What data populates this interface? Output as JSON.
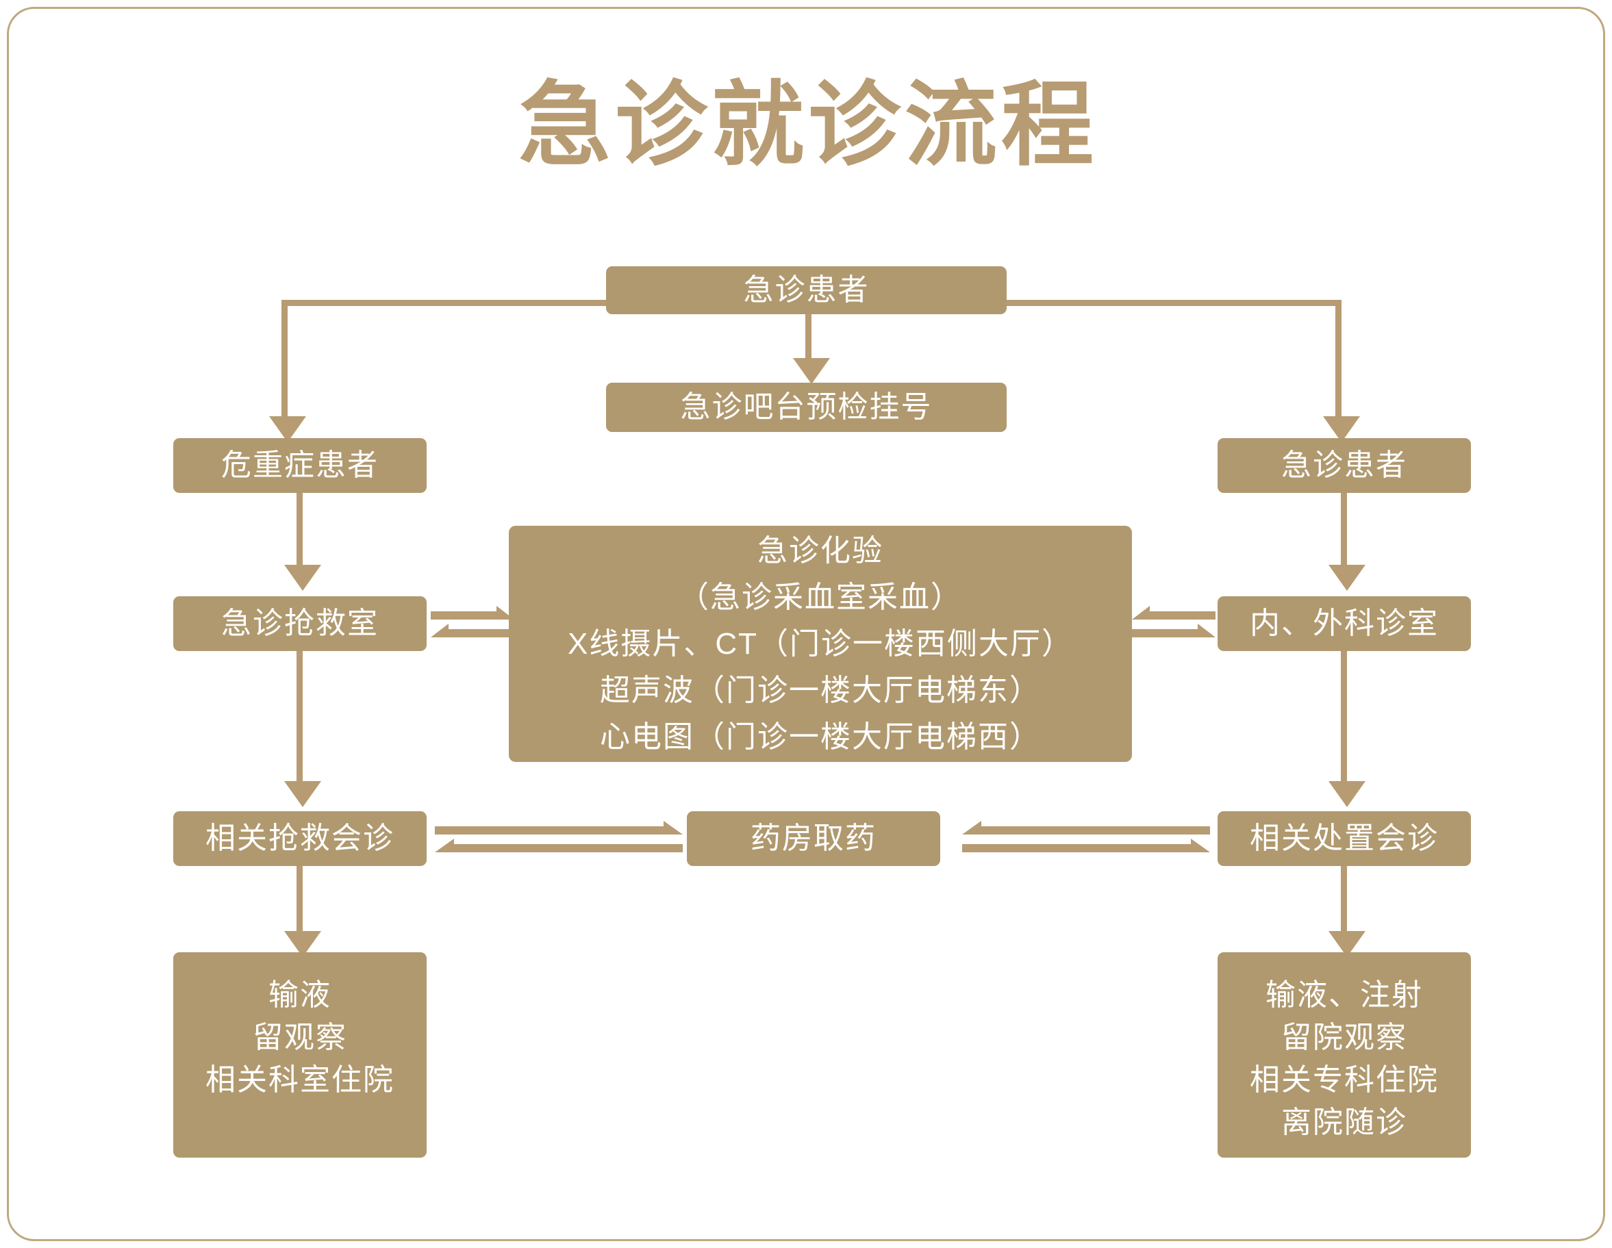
{
  "page": {
    "title": "急诊就诊流程",
    "accent_color": "#b79b72",
    "box_color": "#b0996f",
    "box_text_color": "#ffffff",
    "background_color": "#ffffff",
    "border_color": "#bfa87e"
  },
  "nodes": {
    "patient_top": "急诊患者",
    "triage": "急诊吧台预检挂号",
    "critical_patient": "危重症患者",
    "emergency_patient_right": "急诊患者",
    "resuscitation_room": "急诊抢救室",
    "exam_center": "急诊化验\n（急诊采血室采血）\nX线摄片、CT（门诊一楼西侧大厅）\n超声波（门诊一楼大厅电梯东）\n心电图（门诊一楼大厅电梯西）",
    "clinic_rooms": "内、外科诊室",
    "rescue_consult": "相关抢救会诊",
    "pharmacy": "药房取药",
    "treatment_consult": "相关处置会诊",
    "left_outcome": "输液\n留观察\n相关科室住院",
    "right_outcome": "输液、注射\n留院观察\n相关专科住院\n离院随诊"
  },
  "exam_center_lines": [
    "急诊化验",
    "（急诊采血室采血）",
    "X线摄片、CT（门诊一楼西侧大厅）",
    "超声波（门诊一楼大厅电梯东）",
    "心电图（门诊一楼大厅电梯西）"
  ],
  "left_outcome_lines": [
    "输液",
    "留观察",
    "相关科室住院"
  ],
  "right_outcome_lines": [
    "输液、注射",
    "留院观察",
    "相关专科住院",
    "离院随诊"
  ],
  "chart_data": {
    "type": "diagram",
    "title": "急诊就诊流程",
    "diagram_kind": "flowchart",
    "nodes": [
      {
        "id": "patient_top",
        "label": "急诊患者",
        "row": 1,
        "column": "center"
      },
      {
        "id": "triage",
        "label": "急诊吧台预检挂号",
        "row": 2,
        "column": "center"
      },
      {
        "id": "critical_patient",
        "label": "危重症患者",
        "row": 3,
        "column": "left"
      },
      {
        "id": "emergency_patient_right",
        "label": "急诊患者",
        "row": 3,
        "column": "right"
      },
      {
        "id": "resuscitation_room",
        "label": "急诊抢救室",
        "row": 4,
        "column": "left"
      },
      {
        "id": "exam_center",
        "label": "急诊化验（急诊采血室采血）X线摄片、CT（门诊一楼西侧大厅）超声波（门诊一楼大厅电梯东）心电图（门诊一楼大厅电梯西）",
        "row": 4,
        "column": "center"
      },
      {
        "id": "clinic_rooms",
        "label": "内、外科诊室",
        "row": 4,
        "column": "right"
      },
      {
        "id": "rescue_consult",
        "label": "相关抢救会诊",
        "row": 5,
        "column": "left"
      },
      {
        "id": "pharmacy",
        "label": "药房取药",
        "row": 5,
        "column": "center"
      },
      {
        "id": "treatment_consult",
        "label": "相关处置会诊",
        "row": 5,
        "column": "right"
      },
      {
        "id": "left_outcome",
        "label": "输液 留观察 相关科室住院",
        "row": 6,
        "column": "left"
      },
      {
        "id": "right_outcome",
        "label": "输液、注射 留院观察 相关专科住院 离院随诊",
        "row": 6,
        "column": "right"
      }
    ],
    "edges": [
      {
        "from": "patient_top",
        "to": "triage",
        "kind": "single"
      },
      {
        "from": "patient_top",
        "to": "critical_patient",
        "kind": "single"
      },
      {
        "from": "patient_top",
        "to": "emergency_patient_right",
        "kind": "single"
      },
      {
        "from": "critical_patient",
        "to": "resuscitation_room",
        "kind": "single"
      },
      {
        "from": "emergency_patient_right",
        "to": "clinic_rooms",
        "kind": "single"
      },
      {
        "from": "resuscitation_room",
        "to": "exam_center",
        "kind": "bidirectional"
      },
      {
        "from": "clinic_rooms",
        "to": "exam_center",
        "kind": "bidirectional"
      },
      {
        "from": "resuscitation_room",
        "to": "rescue_consult",
        "kind": "single"
      },
      {
        "from": "clinic_rooms",
        "to": "treatment_consult",
        "kind": "single"
      },
      {
        "from": "rescue_consult",
        "to": "pharmacy",
        "kind": "bidirectional"
      },
      {
        "from": "treatment_consult",
        "to": "pharmacy",
        "kind": "bidirectional"
      },
      {
        "from": "rescue_consult",
        "to": "left_outcome",
        "kind": "single"
      },
      {
        "from": "treatment_consult",
        "to": "right_outcome",
        "kind": "single"
      }
    ]
  }
}
